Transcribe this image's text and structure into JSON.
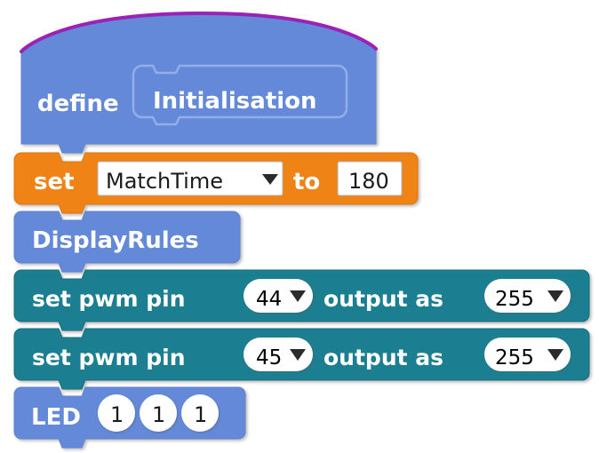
{
  "workspace": {
    "name": "block-workspace",
    "background": "#ffffff"
  },
  "palette": {
    "hat_blue": "#6489d8",
    "hat_blue_dark": "#5a7cc9",
    "hat_arc_purple": "#9b22b5",
    "inner_stub_stroke": "#93aee6",
    "set_orange": "#ef8318",
    "set_orange_dark": "#d9740e",
    "teal": "#1a7f91",
    "teal_dark": "#146b7c",
    "field_white": "#ffffff",
    "field_border": "#b8b8b8",
    "text_white": "#ffffff",
    "text_dark": "#1a1a1a",
    "dropdown_arrow": "#2b2b2b"
  },
  "stack": {
    "name": "Initialisation procedure definition stack",
    "blocks": [
      {
        "id": "define-block",
        "type": "hat-definition",
        "label": "define",
        "procedure_name": "Initialisation",
        "color": "#6489d8"
      },
      {
        "id": "set-variable-block",
        "type": "set-variable",
        "label_set": "set",
        "variable": "MatchTime",
        "label_to": "to",
        "value": "180",
        "color": "#ef8318",
        "dropdown_icon": "chevron-down-icon"
      },
      {
        "id": "display-rules-block",
        "type": "procedure-call",
        "label": "DisplayRules",
        "color": "#6489d8"
      },
      {
        "id": "pwm-block-1",
        "type": "set-pwm-pin",
        "label_prefix": "set pwm pin",
        "pin": "44",
        "label_mid": "output as",
        "value": "255",
        "color": "#1a7f91",
        "dropdown_icon": "chevron-down-icon"
      },
      {
        "id": "pwm-block-2",
        "type": "set-pwm-pin",
        "label_prefix": "set pwm pin",
        "pin": "45",
        "label_mid": "output as",
        "value": "255",
        "color": "#1a7f91",
        "dropdown_icon": "chevron-down-icon"
      },
      {
        "id": "led-block",
        "type": "led",
        "label": "LED",
        "values": [
          "1",
          "1",
          "1"
        ],
        "color": "#6489d8"
      }
    ]
  }
}
